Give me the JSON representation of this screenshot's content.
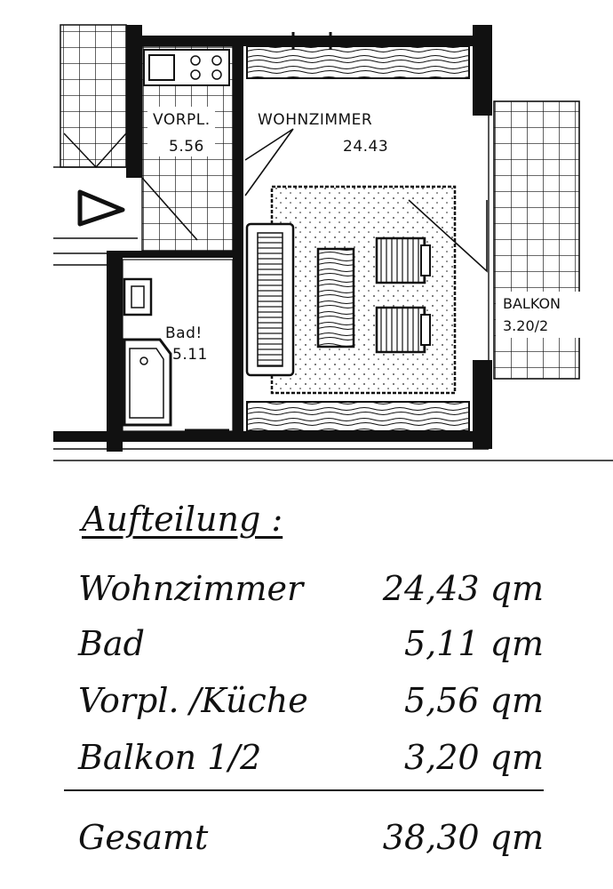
{
  "plan": {
    "rooms": [
      {
        "name": "WOHNZIMMER",
        "area": "24.43"
      },
      {
        "name": "VORPL.",
        "area": "5.56"
      },
      {
        "name": "Bad!",
        "area": "5.11"
      },
      {
        "name": "BALKON",
        "area": "3.20/2"
      }
    ]
  },
  "breakdown": {
    "title": "Aufteilung :",
    "rows": [
      {
        "label": "Wohnzimmer",
        "value": "24,43 qm"
      },
      {
        "label": "Bad",
        "value": "5,11 qm"
      },
      {
        "label": "Vorpl. /Küche",
        "value": "5,56 qm"
      },
      {
        "label": "Balkon 1/2",
        "value": "3,20 qm"
      }
    ],
    "total_label": "Gesamt",
    "total_value": "38,30 qm"
  }
}
